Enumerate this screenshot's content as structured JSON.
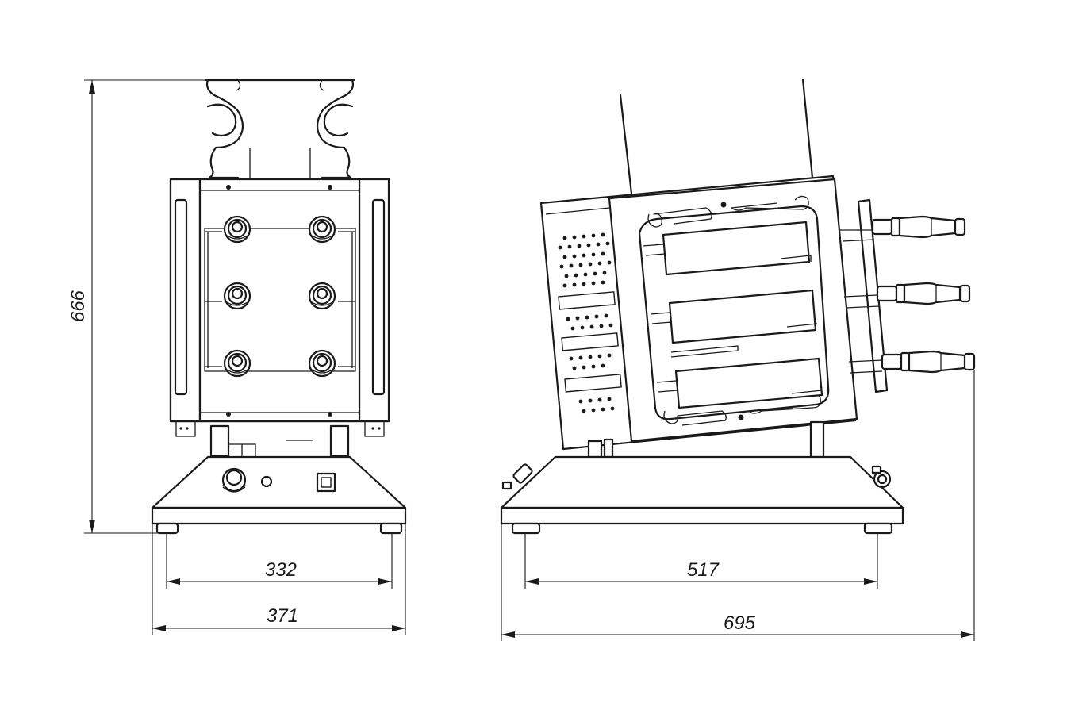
{
  "dimensions": {
    "height": "666",
    "front_feet_span": "332",
    "front_base_width": "371",
    "side_feet_span": "517",
    "side_overall_width": "695"
  }
}
